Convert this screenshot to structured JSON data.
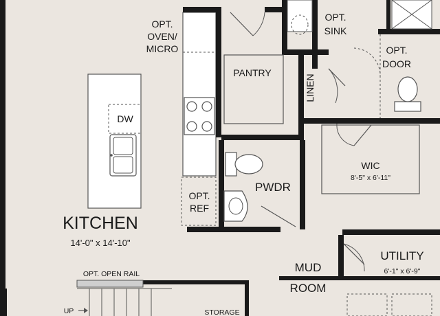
{
  "colors": {
    "wall": "#1a1a1a",
    "floor": "#ebe6e0",
    "fixture_fill": "#ffffff",
    "fixture_stroke": "#555555",
    "rail": "#cfcfcf"
  },
  "rooms": {
    "kitchen": {
      "name": "KITCHEN",
      "dims": "14'-0\" x 14'-10\""
    },
    "pantry": {
      "name": "PANTRY"
    },
    "pwdr": {
      "name": "PWDR"
    },
    "wic": {
      "name": "WIC",
      "dims": "8'-5\" x 6'-11\""
    },
    "utility": {
      "name": "UTILITY",
      "dims": "6'-1\" x 6'-9\""
    },
    "mud_room": {
      "line1": "MUD",
      "line2": "ROOM"
    },
    "storage": {
      "name": "STORAGE"
    },
    "linen": {
      "name": "LINEN"
    }
  },
  "labels": {
    "opt_oven_micro": [
      "OPT.",
      "OVEN/",
      "MICRO"
    ],
    "opt_sink": [
      "OPT.",
      "SINK"
    ],
    "opt_door": [
      "OPT.",
      "DOOR"
    ],
    "dw": "DW",
    "opt_ref": [
      "OPT.",
      "REF"
    ],
    "opt_open_rail": "OPT. OPEN RAIL",
    "up": "UP"
  },
  "icons": [
    "cooktop-icon",
    "double-sink-icon",
    "toilet-icon",
    "pedestal-sink-icon",
    "door-swing-icon",
    "stair-icon"
  ]
}
